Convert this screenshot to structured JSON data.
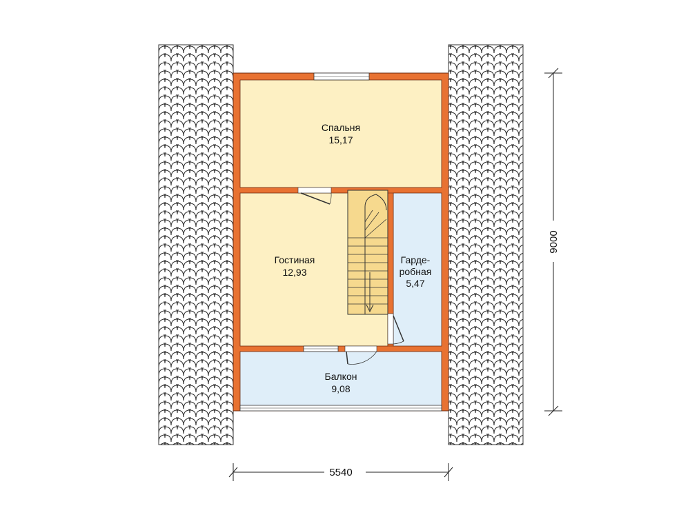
{
  "colors": {
    "wall": "#e87232",
    "wall_stroke": "#6b2a10",
    "room_warm": "#fdf0c3",
    "room_cool": "#dfeef9",
    "roof_fill": "#ffffff",
    "roof_stroke": "#333333",
    "dimension": "#222222",
    "stair": "#f6d98e"
  },
  "rooms": {
    "bedroom": {
      "name": "Спальня",
      "area": "15,17"
    },
    "living": {
      "name": "Гостиная",
      "area": "12,93"
    },
    "wardrobe": {
      "name_line1": "Гарде-",
      "name_line2": "робная",
      "area": "5,47"
    },
    "balcony": {
      "name": "Балкон",
      "area": "9,08"
    }
  },
  "dimensions": {
    "width": "5540",
    "depth": "9000"
  },
  "icons": {
    "roof_pattern": "shingle-pattern",
    "stair_arrow": "arrow-down-icon"
  }
}
